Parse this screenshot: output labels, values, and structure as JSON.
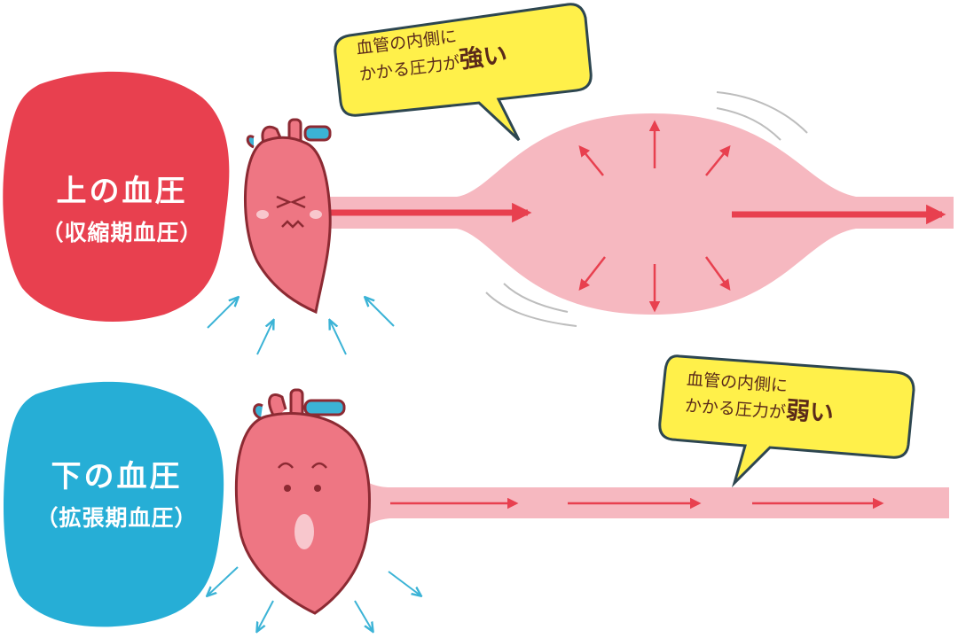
{
  "systolic": {
    "title": "上の血圧",
    "subtitle": "（収縮期血圧）",
    "bubble_line1": "血管の内側に",
    "bubble_line2": "かかる圧力が",
    "bubble_emphasis": "強い"
  },
  "diastolic": {
    "title": "下の血圧",
    "subtitle": "（拡張期血圧）",
    "bubble_line1": "血管の内側に",
    "bubble_line2": "かかる圧力が",
    "bubble_emphasis": "弱い"
  },
  "colors": {
    "systolic_blob": "#e8404f",
    "diastolic_blob": "#26aed6",
    "heart": "#ee7683",
    "heart_outline": "#8c2a33",
    "vessel": "#f6b8c0",
    "flow_arrow": "#e8404f",
    "bubble": "#fff04a",
    "bubble_outline": "#2d4650",
    "aorta_blue": "#3bb3d6"
  },
  "icons": [
    "heart-icon",
    "arrow-right-icon",
    "pressure-arrow-icon",
    "movement-arrow-icon",
    "speech-bubble-icon"
  ]
}
